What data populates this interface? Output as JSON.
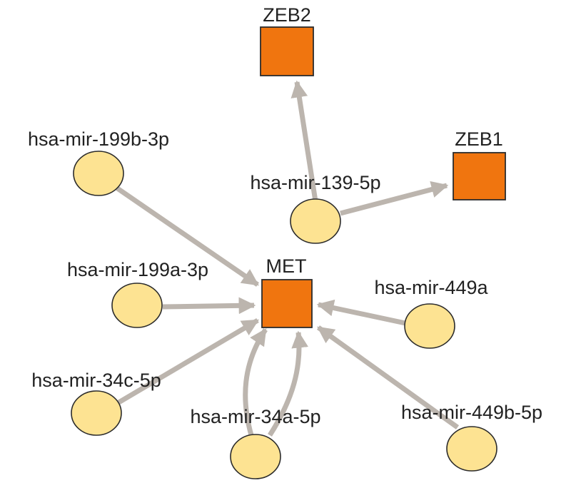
{
  "colors": {
    "edge": "#bcb5ae",
    "mirna_fill": "#fde392",
    "gene_fill": "#f0750f",
    "node_stroke": "#2b2b2b",
    "label": "#222222",
    "background": "#ffffff"
  },
  "nodes": [
    {
      "id": "zeb2",
      "label": "ZEB2",
      "kind": "gene"
    },
    {
      "id": "zeb1",
      "label": "ZEB1",
      "kind": "gene"
    },
    {
      "id": "met",
      "label": "MET",
      "kind": "gene"
    },
    {
      "id": "mir199b3p",
      "label": "hsa-mir-199b-3p",
      "kind": "mirna"
    },
    {
      "id": "mir1395p",
      "label": "hsa-mir-139-5p",
      "kind": "mirna"
    },
    {
      "id": "mir199a3p",
      "label": "hsa-mir-199a-3p",
      "kind": "mirna"
    },
    {
      "id": "mir449a",
      "label": "hsa-mir-449a",
      "kind": "mirna"
    },
    {
      "id": "mir34c5p",
      "label": "hsa-mir-34c-5p",
      "kind": "mirna"
    },
    {
      "id": "mir34a5p",
      "label": "hsa-mir-34a-5p",
      "kind": "mirna"
    },
    {
      "id": "mir449b5p",
      "label": "hsa-mir-449b-5p",
      "kind": "mirna"
    }
  ],
  "edges": [
    {
      "from": "mir1395p",
      "to": "zeb2"
    },
    {
      "from": "mir1395p",
      "to": "zeb1"
    },
    {
      "from": "mir199b3p",
      "to": "met"
    },
    {
      "from": "mir199a3p",
      "to": "met"
    },
    {
      "from": "mir449a",
      "to": "met"
    },
    {
      "from": "mir34c5p",
      "to": "met"
    },
    {
      "from": "mir34a5p",
      "to": "met"
    },
    {
      "from": "mir34a5p",
      "to": "met"
    },
    {
      "from": "mir449b5p",
      "to": "met"
    }
  ]
}
